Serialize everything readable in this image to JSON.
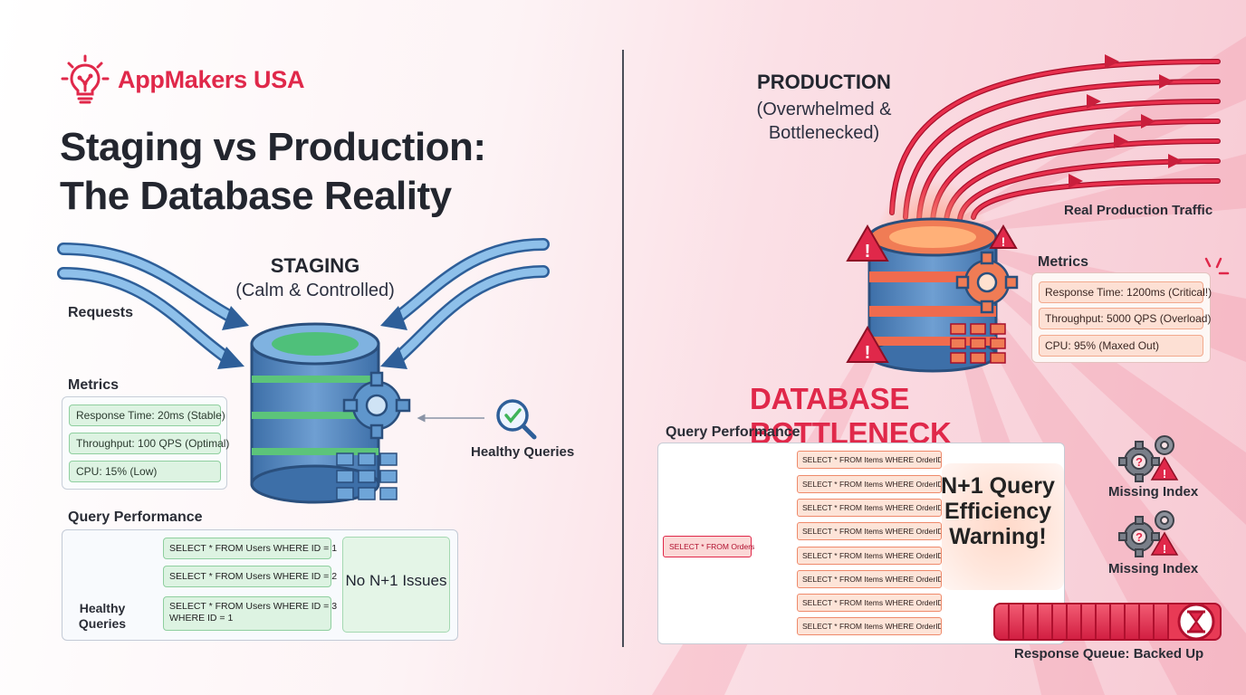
{
  "brand": {
    "name": "AppMakers USA"
  },
  "title": {
    "line1": "Staging vs Production:",
    "line2": "The Database Reality"
  },
  "staging": {
    "title": "STAGING",
    "subtitle": "(Calm & Controlled)",
    "requests_label": "Requests",
    "healthy_queries_label": "Healthy Queries",
    "metrics": {
      "heading": "Metrics",
      "items": [
        "Response Time: 20ms (Stable)",
        "Throughput: 100 QPS (Optimal)",
        "CPU: 15% (Low)"
      ]
    },
    "query_performance": {
      "heading": "Query Performance",
      "icon_label_line1": "Healthy",
      "icon_label_line2": "Queries",
      "queries": [
        "SELECT * FROM Users WHERE ID = 1",
        "SELECT * FROM Users WHERE ID = 2",
        "SELECT * FROM Users WHERE ID = 3",
        "WHERE ID = 1"
      ],
      "summary": "No N+1 Issues"
    }
  },
  "production": {
    "title": "PRODUCTION",
    "subtitle_line1": "(Overwhelmed &",
    "subtitle_line2": "Bottlenecked)",
    "traffic_label": "Real Production Traffic",
    "metrics": {
      "heading": "Metrics",
      "items": [
        "Response Time: 1200ms (Critical!)",
        "Throughput: 5000 QPS (Overload)",
        "CPU: 95% (Maxed Out)"
      ]
    },
    "bottleneck_label": "DATABASE BOTTLENECK",
    "query_performance": {
      "heading": "Query Performance",
      "root_query": "SELECT * FROM Orders",
      "queries": [
        "SELECT * FROM Items WHERE OrderID = ...",
        "SELECT * FROM Items WHERE OrderID = ...",
        "SELECT * FROM Items WHERE OrderID = ...",
        "SELECT * FROM Items WHERE OrderID = ...",
        "SELECT * FROM Items WHERE OrderID = ...",
        "SELECT * FROM Items WHERE OrderID = ...",
        "SELECT * FROM Items WHERE OrderID = ...",
        "SELECT * FROM Items WHERE OrderID = ..."
      ],
      "warning_line1": "N+1 Query",
      "warning_line2": "Efficiency",
      "warning_line3": "Warning!"
    },
    "missing_index_labels": [
      "Missing Index",
      "Missing Index"
    ],
    "queue_label": "Response Queue: Backed Up"
  },
  "colors": {
    "brand_red": "#e0284a",
    "staging_blue": "#5b8fc9",
    "healthy_green": "#3fb45a",
    "alert_orange": "#ef8a6b"
  }
}
